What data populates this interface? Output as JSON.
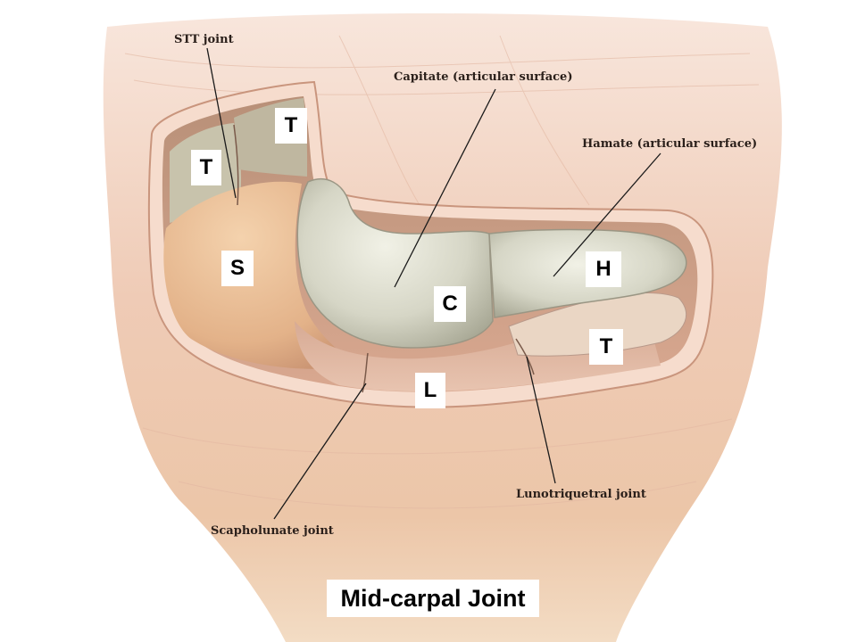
{
  "title": "Mid-carpal Joint",
  "callouts": {
    "stt_joint": "STT joint",
    "capitate": "Capitate (articular surface)",
    "hamate": "Hamate (articular surface)",
    "scapholunate": "Scapholunate joint",
    "lunotriquetral": "Lunotriquetral joint"
  },
  "bone_labels": {
    "trapezoid": "T",
    "trapezium": "T",
    "scaphoid": "S",
    "capitate": "C",
    "hamate": "H",
    "triquetrum": "T",
    "lunate": "L"
  },
  "colors": {
    "tissue": "#efcbb6",
    "capsule_rim": "#f6dccd",
    "cartilage": "#d9d8c9",
    "scaphoid": "#e7b98f",
    "leader_line": "#1a1a1a"
  }
}
